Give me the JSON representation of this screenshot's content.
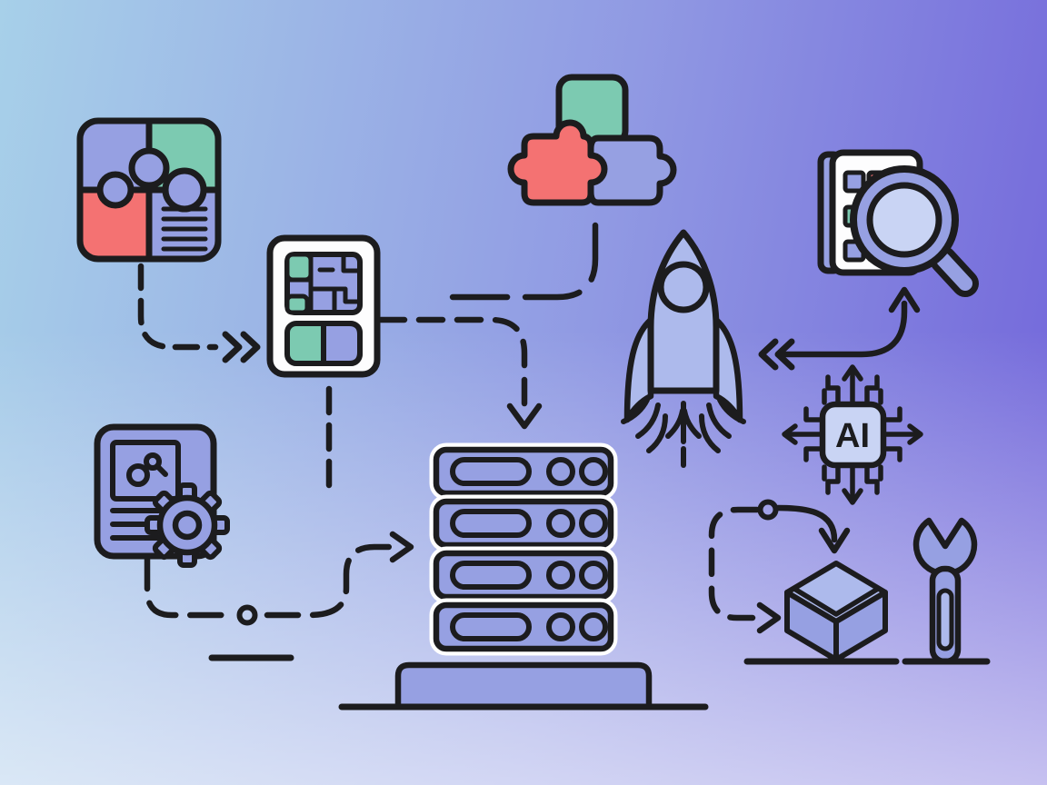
{
  "labels": {
    "ai_chip": "AI"
  },
  "palette": {
    "ink": "#1c1c1e",
    "periwinkle": "#96a0e2",
    "periwinkle-light": "#adbaec",
    "lavender": "#c9d4f4",
    "green": "#7ccab1",
    "red": "#f47272",
    "white": "#fdfdfe",
    "bg-top-left": "#a7d0e9",
    "bg-mid": "#9099e3",
    "bg-top-right": "#7164da"
  },
  "nodes": [
    {
      "id": "puzzle-grid",
      "description": "2x2 puzzle grid; purple, green and red pieces plus a lined document piece",
      "position": "top-left"
    },
    {
      "id": "module-card",
      "description": "white card with circuit block panel and split green/purple panel",
      "position": "upper-left"
    },
    {
      "id": "puzzle-trio",
      "description": "three interlocking puzzle pieces: green square, red piece, purple piece",
      "position": "top-center"
    },
    {
      "id": "rocket",
      "description": "launching rocket with round window and exhaust flames",
      "position": "center-right"
    },
    {
      "id": "report-magnifier",
      "description": "notebook with rows of colored cells inspected by a magnifying glass",
      "position": "top-right"
    },
    {
      "id": "ai-chip",
      "description": "processor chip labeled AI with circuit traces and arrows",
      "label": "AI",
      "position": "right"
    },
    {
      "id": "document-gear",
      "description": "purple document card with image box, text lines and a gear",
      "position": "lower-left"
    },
    {
      "id": "server-stack",
      "description": "rack of four server units with pills and indicator circles on a pedestal",
      "position": "bottom-center"
    },
    {
      "id": "package-cube",
      "description": "isometric package cube on a ground line",
      "position": "bottom-right"
    },
    {
      "id": "wrench",
      "description": "upright wrench on a ground line",
      "position": "bottom-right-corner"
    }
  ],
  "connectors": [
    {
      "from": "puzzle-grid",
      "to": "module-card",
      "style": "dashed",
      "end": "double-chevron-right"
    },
    {
      "from": "module-card",
      "to": "down",
      "style": "dashed",
      "end": "open"
    },
    {
      "from": "puzzle-trio",
      "to": "module-card",
      "style": "dashed",
      "end": "open"
    },
    {
      "from": "module-card",
      "to": "server-stack",
      "style": "dashed",
      "end": "arrow-down"
    },
    {
      "from": "document-gear",
      "to": "server-stack",
      "style": "dashed",
      "via": "circle-node",
      "end": "arrow-right"
    },
    {
      "from": "rocket",
      "to": "report-magnifier",
      "style": "solid",
      "start": "double-chevron-left",
      "end": "arrow-up"
    },
    {
      "from": "circle-node-right",
      "to": "package-cube",
      "style": "solid",
      "end": "arrow-down"
    },
    {
      "from": "circle-node-right",
      "to": "package-cube",
      "style": "dashed",
      "end": "arrow-right"
    },
    {
      "from": "ai-chip",
      "to": "all-sides",
      "style": "solid-traces",
      "end": "arrows"
    }
  ]
}
